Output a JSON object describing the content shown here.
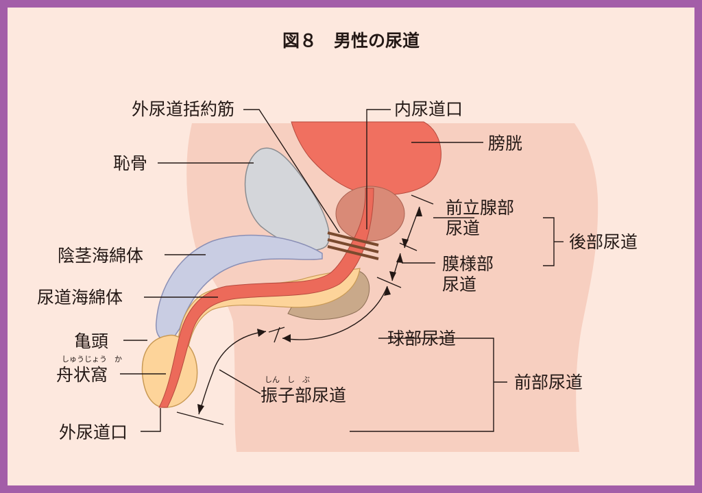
{
  "title": "図８　男性の尿道",
  "labels": {
    "external_sphincter": "外尿道括約筋",
    "internal_orifice": "内尿道口",
    "bladder": "膀胱",
    "pubis": "恥骨",
    "prostatic_urethra_1": "前立腺部",
    "prostatic_urethra_2": "尿道",
    "posterior_urethra": "後部尿道",
    "corpus_cavernosum": "陰茎海綿体",
    "membranous_urethra_1": "膜様部",
    "membranous_urethra_2": "尿道",
    "corpus_spongiosum": "尿道海綿体",
    "glans": "亀頭",
    "fossa_ruby": "しゅうじょう　か",
    "fossa_navicularis": "舟状窩",
    "bulbous_urethra": "球部尿道",
    "anterior_urethra": "前部尿道",
    "pendulous_ruby": "しん　し　ぶ",
    "pendulous_urethra": "振子部尿道",
    "external_orifice": "外尿道口"
  },
  "colors": {
    "border": "#a35ea8",
    "panel": "#fde8de",
    "body": "#f7cfc0",
    "bladder": "#f07060",
    "prostate": "#d98a77",
    "bone": "#d4d6da",
    "cavernosum": "#c9cde3",
    "spongiosum": "#fdd49a",
    "urethra": "#ec6a5a",
    "bulb": "#c9a98a",
    "sphincter": "#7a4a2e"
  }
}
